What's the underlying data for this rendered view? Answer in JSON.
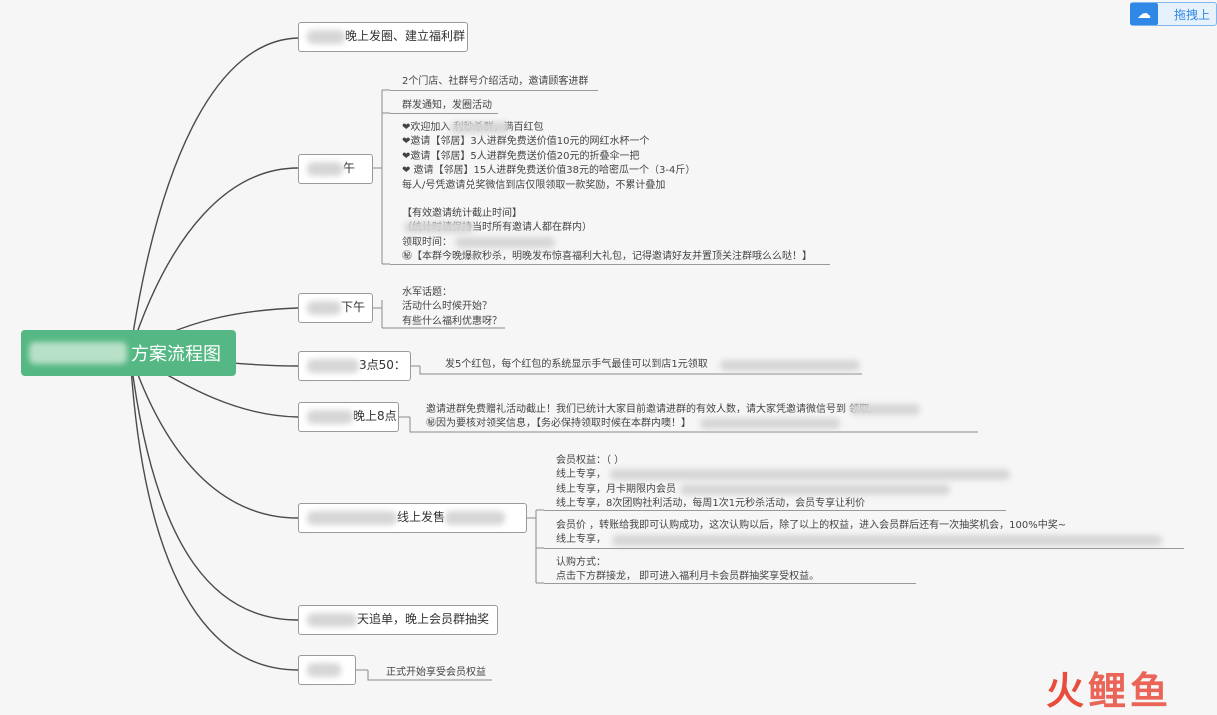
{
  "root": {
    "title": "方案流程图"
  },
  "branches": [
    {
      "label": "晚上发圈、建立福利群"
    },
    {
      "label": "午"
    },
    {
      "label": "下午"
    },
    {
      "label": "3点50："
    },
    {
      "label": "晚上8点"
    },
    {
      "label": "线上发售"
    },
    {
      "label": "天追单，晚上会员群抽奖"
    },
    {
      "label": ""
    }
  ],
  "leaves": {
    "b1a": "2个门店、社群号介绍活动，邀请顾客进群",
    "b1b": "群发通知，发圈活动",
    "b1c": [
      "❤欢迎加入                   利秒杀群，满百红包",
      "❤邀请【邻居】3人进群免费送价值10元的网红水杯一个",
      "❤邀请【邻居】5人进群免费送价值20元的折叠伞一把",
      "❤ 邀请【邻居】15人进群免费送价值38元的哈密瓜一个（3-4斤）",
      "每人/号凭邀请兑奖微信到店仅限领取一款奖励，不累计叠加",
      "",
      "【有效邀请统计截止时间】",
      "                 （统计时请保持当时所有邀请人都在群内）",
      "领取时间：",
      "㊙【本群今晚爆款秒杀，明晚发布惊喜福利大礼包，记得邀请好友并置顶关注群哦么么哒！】"
    ],
    "b2": [
      "水军话题：",
      "活动什么时候开始？",
      "有些什么福利优惠呀？"
    ],
    "b3": "发5个红包，每个红包的系统显示手气最佳可以到店1元领取",
    "b4": [
      "邀请进群免费赠礼活动截止！我们已统计大家目前邀请进群的有效人数，请大家凭邀请微信号到                  领取。",
      "㊙因为要核对领奖信息，【务必保持领取时候在本群内噢！】"
    ],
    "b5a": [
      "会员权益：（                ）",
      "线上专享，",
      "线上专享，月卡期限内会员",
      "线上专享，8次团购社利活动，每周1次1元秒杀活动，会员专享让利价"
    ],
    "b5b": [
      "           会员价              ，转账给我即可认购成功，这次认购以后，除了以上的权益，进入会员群后还有一次抽奖机会，100%中奖~",
      "线上专享，"
    ],
    "b5c": [
      "认购方式：",
      "点击下方群接龙，                        即可进入福利月卡会员群抽奖享受权益。"
    ],
    "b6": "正式开始享受会员权益"
  },
  "toolbar": {
    "upload_label": "拖拽上"
  },
  "watermark": {
    "text1": "火",
    "text2": "鲤鱼"
  },
  "colors": {
    "root": "#55b884",
    "link": "#555555",
    "accent": "#2f88e6"
  }
}
